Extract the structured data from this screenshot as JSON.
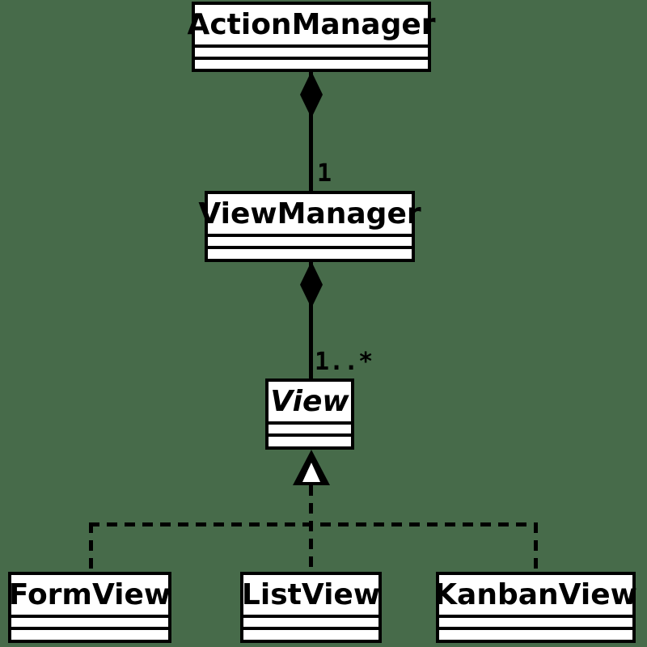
{
  "diagram": {
    "type": "uml-class-diagram",
    "colors": {
      "background": "#476B4A",
      "box_fill": "#FFFFFF",
      "line": "#000000",
      "text": "#000000"
    },
    "classes": [
      {
        "name": "ActionManager",
        "abstract": false,
        "attributes": [],
        "methods": []
      },
      {
        "name": "ViewManager",
        "abstract": false,
        "attributes": [],
        "methods": []
      },
      {
        "name": "View",
        "abstract": true,
        "attributes": [],
        "methods": []
      },
      {
        "name": "FormView",
        "abstract": false,
        "attributes": [],
        "methods": []
      },
      {
        "name": "ListView",
        "abstract": false,
        "attributes": [],
        "methods": []
      },
      {
        "name": "KanbanView",
        "abstract": false,
        "attributes": [],
        "methods": []
      }
    ],
    "relationships": [
      {
        "type": "composition",
        "from": "ActionManager",
        "to": "ViewManager",
        "multiplicity": "1"
      },
      {
        "type": "composition",
        "from": "ViewManager",
        "to": "View",
        "multiplicity": "1..*"
      },
      {
        "type": "inheritance",
        "parent": "View",
        "children": [
          "FormView",
          "ListView",
          "KanbanView"
        ],
        "line_style": "dashed"
      }
    ],
    "icons": {
      "composition": "filled-diamond",
      "inheritance": "hollow-triangle"
    }
  }
}
